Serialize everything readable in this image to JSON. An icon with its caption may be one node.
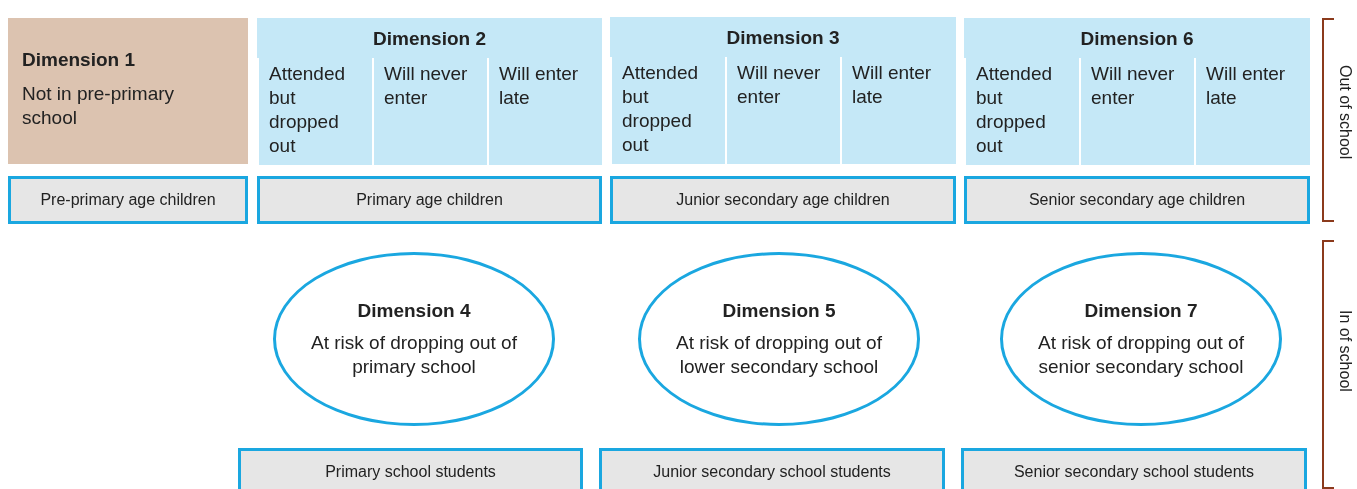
{
  "diagram": {
    "nodes": [
      {
        "text": [
          "Dimension 1",
          "Not in pre-primary school"
        ]
      },
      {
        "text": [
          "Dimension 2"
        ]
      },
      {
        "text": [
          "Attended but dropped out"
        ],
        "in": 1
      },
      {
        "text": [
          "Will never enter"
        ],
        "in": 1
      },
      {
        "text": [
          "Will enter late"
        ],
        "in": 1
      },
      {
        "text": [
          "Dimension 3"
        ]
      },
      {
        "text": [
          "Attended but dropped out"
        ],
        "in": 5
      },
      {
        "text": [
          "Will never enter"
        ],
        "in": 5
      },
      {
        "text": [
          "Will enter late"
        ],
        "in": 5
      },
      {
        "text": [
          "Dimension 6"
        ]
      },
      {
        "text": [
          "Attended but dropped out"
        ],
        "in": 9
      },
      {
        "text": [
          "Will never enter"
        ],
        "in": 9
      },
      {
        "text": [
          "Will enter late"
        ],
        "in": 9
      },
      {
        "text": [
          "Pre-primary age children"
        ]
      },
      {
        "text": [
          "Primary age children"
        ]
      },
      {
        "text": [
          "Junior secondary age children"
        ]
      },
      {
        "text": [
          "Senior secondary age children"
        ]
      },
      {
        "text": [
          "Dimension 4",
          "At risk of dropping out of primary school"
        ]
      },
      {
        "text": [
          "Dimension 5",
          "At risk of dropping out of lower secondary school"
        ]
      },
      {
        "text": [
          "Dimension 7",
          "At risk of dropping out of senior secondary school"
        ]
      },
      {
        "text": [
          "Primary school students"
        ]
      },
      {
        "text": [
          "Junior secondary school students"
        ]
      },
      {
        "text": [
          "Senior secondary school students"
        ]
      }
    ],
    "edges": [],
    "labels": [
      "Out of school",
      "In of school"
    ]
  }
}
